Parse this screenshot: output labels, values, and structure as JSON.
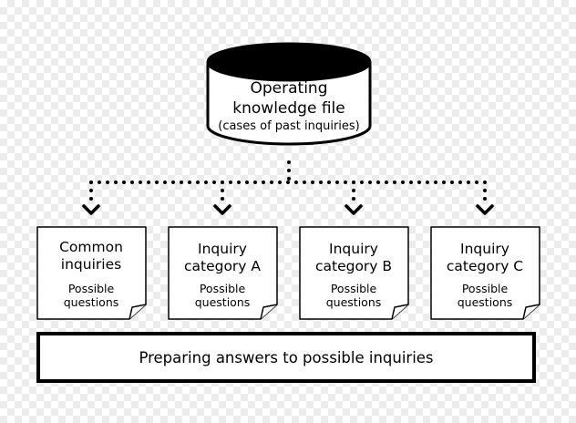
{
  "database": {
    "title_line1": "Operating",
    "title_line2": "knowledge file",
    "subtitle": "(cases of past inquiries)"
  },
  "cards": [
    {
      "title_line1": "Common",
      "title_line2": "inquiries",
      "sub_line1": "Possible",
      "sub_line2": "questions"
    },
    {
      "title_line1": "Inquiry",
      "title_line2": "category A",
      "sub_line1": "Possible",
      "sub_line2": "questions"
    },
    {
      "title_line1": "Inquiry",
      "title_line2": "category B",
      "sub_line1": "Possible",
      "sub_line2": "questions"
    },
    {
      "title_line1": "Inquiry",
      "title_line2": "category C",
      "sub_line1": "Possible",
      "sub_line2": "questions"
    }
  ],
  "footer": {
    "label": "Preparing answers to possible inquiries"
  },
  "colors": {
    "ink": "#000000",
    "paper": "#ffffff",
    "checker": "#ececec"
  }
}
